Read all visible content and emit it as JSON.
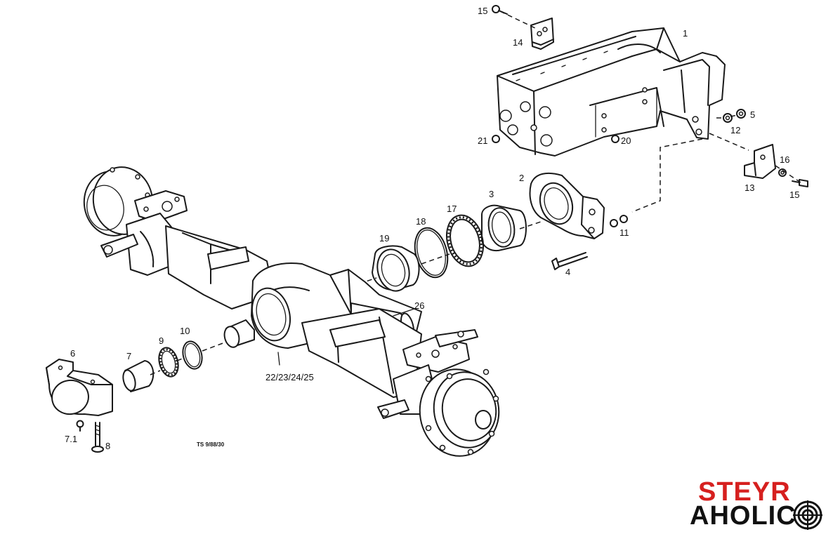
{
  "diagram": {
    "callouts": [
      {
        "id": "1",
        "label": "1"
      },
      {
        "id": "2",
        "label": "2"
      },
      {
        "id": "3",
        "label": "3"
      },
      {
        "id": "4",
        "label": "4"
      },
      {
        "id": "5",
        "label": "5"
      },
      {
        "id": "6",
        "label": "6"
      },
      {
        "id": "7",
        "label": "7"
      },
      {
        "id": "7-1",
        "label": "7.1"
      },
      {
        "id": "8",
        "label": "8"
      },
      {
        "id": "9",
        "label": "9"
      },
      {
        "id": "10",
        "label": "10"
      },
      {
        "id": "11",
        "label": "11"
      },
      {
        "id": "12",
        "label": "12"
      },
      {
        "id": "13",
        "label": "13"
      },
      {
        "id": "14",
        "label": "14"
      },
      {
        "id": "15-top",
        "label": "15"
      },
      {
        "id": "15-right",
        "label": "15"
      },
      {
        "id": "16",
        "label": "16"
      },
      {
        "id": "17",
        "label": "17"
      },
      {
        "id": "18",
        "label": "18"
      },
      {
        "id": "19",
        "label": "19"
      },
      {
        "id": "20",
        "label": "20"
      },
      {
        "id": "21",
        "label": "21"
      },
      {
        "id": "22-25",
        "label": "22/23/24/25"
      },
      {
        "id": "26",
        "label": "26"
      }
    ],
    "drawing_number": "TS 9/88/30"
  },
  "logo": {
    "line1": "STEYR",
    "line2": "AHOLIC",
    "line1_color": "#d6201f",
    "line2_color": "#111111",
    "icon": "crosshair-target-icon"
  }
}
